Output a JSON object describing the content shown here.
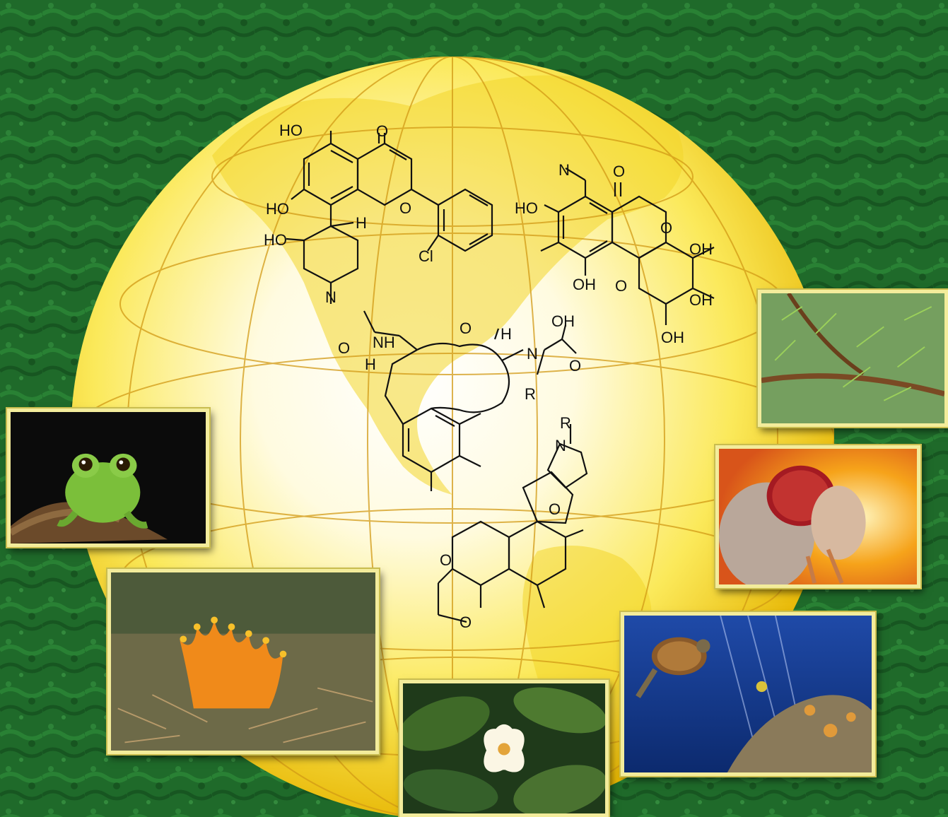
{
  "colors": {
    "background": "#1f6a2a",
    "globe_light": "#fffbe6",
    "globe_mid": "#fbe95a",
    "globe_dark": "#e6b800",
    "continent": "#f3d62a",
    "grid_line": "#d29a16",
    "frame": "#f3ec9b"
  },
  "molecules": {
    "flavone": {
      "ho_top": "HO",
      "oxo": "O",
      "ho_mid": "HO",
      "ring_o": "O",
      "h": "H",
      "ho_pip": "HO",
      "cl": "Cl",
      "n": "N"
    },
    "bergenin": {
      "n": "N",
      "oxo": "O",
      "ho_left": "HO",
      "ring_o": "O",
      "oh_right": "OH",
      "oh_bottom": "OH",
      "ring_o2": "O",
      "oh_c4": "OH",
      "oh_ch2": "OH"
    },
    "colchicine": {
      "nh": "NH",
      "o_acetyl": "O",
      "h": "H",
      "oxo": "O",
      "nh_amide": "N",
      "h_amide": "H",
      "oh_acid": "OH",
      "o_acid": "O",
      "r": "R"
    },
    "spiro": {
      "r": "R",
      "n": "N",
      "o_spiro": "O",
      "o_acetal1": "O",
      "o_acetal2": "O"
    }
  },
  "photos": [
    {
      "name": "frog",
      "subject": "tree frog"
    },
    {
      "name": "pine",
      "subject": "pine branch"
    },
    {
      "name": "fly",
      "subject": "fruit fly"
    },
    {
      "name": "fungus",
      "subject": "coral fungus"
    },
    {
      "name": "turtle",
      "subject": "sea turtle"
    },
    {
      "name": "magnolia",
      "subject": "magnolia flower"
    }
  ]
}
